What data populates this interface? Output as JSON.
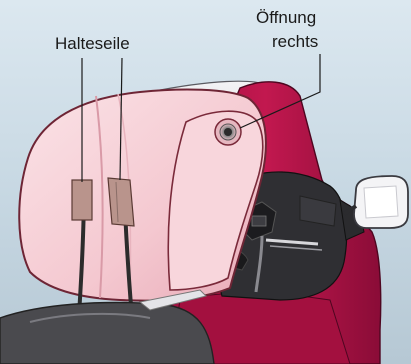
{
  "labels": {
    "halteseile": "Halteseile",
    "oeffnung_line1": "Öffnung",
    "oeffnung_line2": "rechts"
  },
  "colors": {
    "background_top": "#dce8f0",
    "background_bottom": "#b6c8d4",
    "cover_pink": "#f6cfd6",
    "cover_pink_shadow": "#e5aab6",
    "cover_outline": "#7a2a3a",
    "shell_red": "#b5124a",
    "shell_dark": "#7d0b33",
    "mechanism_dark": "#2c2c2c",
    "silver": "#d8d8dc",
    "strap_tan": "#b9948c"
  },
  "icons": {
    "round_opening": "circular-opening-icon",
    "side_mirror": "mirror-icon",
    "strap_buckle": "strap-buckle-icon"
  }
}
